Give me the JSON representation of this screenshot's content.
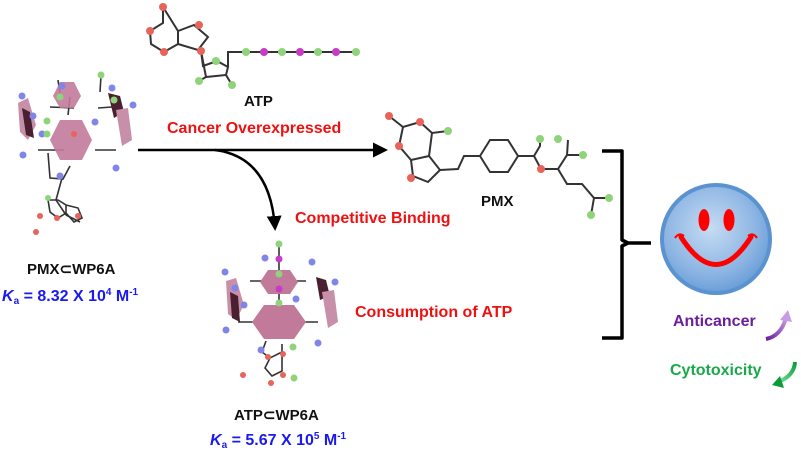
{
  "figure": {
    "molecules": {
      "atp": {
        "name": "ATP"
      },
      "pmx": {
        "name": "PMX"
      },
      "pmx_complex": {
        "name": "PMX⊂WP6A",
        "ka_symbol": "K",
        "ka_sub": "a",
        "ka_value": " = 8.32 X 10",
        "ka_exp": "4",
        "ka_unit": " M",
        "ka_unit_exp": "-1"
      },
      "atp_complex": {
        "name": "ATP⊂WP6A",
        "ka_symbol": "K",
        "ka_sub": "a",
        "ka_value": " = 5.67 X 10",
        "ka_exp": "5",
        "ka_unit": " M",
        "ka_unit_exp": "-1"
      }
    },
    "process_labels": {
      "cancer": "Cancer Overexpressed",
      "competitive": "Competitive Binding",
      "consumption": "Consumption of ATP"
    },
    "outcomes": [
      {
        "label": "Anticancer",
        "direction": "up",
        "color": "#6a1f9a"
      },
      {
        "label": "Cytotoxicity",
        "direction": "down",
        "color": "#1aa84a"
      }
    ],
    "icons": {
      "smiley": "smiley-face-icon",
      "brace": "right-curly-brace"
    },
    "colors": {
      "red_text": "#ee1111",
      "blue_text": "#1a1aee",
      "host_ring": "#c27a9a",
      "host_ring_dark": "#4a2030",
      "atom_oxygen": "#e8645a",
      "atom_carbon_green": "#8fd47a",
      "atom_phosphorus": "#c63cc8",
      "atom_nitrogen": "#7f86e8",
      "smiley_face": "#8db5e3",
      "smiley_rim": "#5b93d0",
      "smiley_features": "#ff0000"
    }
  }
}
